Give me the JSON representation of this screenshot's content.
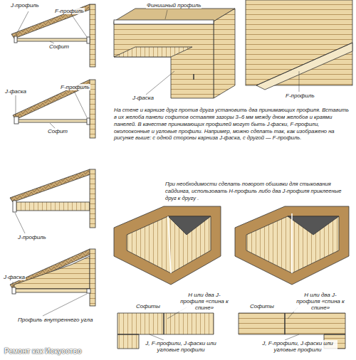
{
  "diagram": {
    "labels": [
      "J-профиль",
      "F-профиль",
      "Софит",
      "J-фаска",
      "F-профиль",
      "Софит",
      "Финишный профиль",
      "J-фаска",
      "F-профиль",
      "На стене и карнизе друг против друга установить два принимающих профиля. Вставить в их желоба панели софитов оставляя зазоры 3–6 мм между дном желобов и краями панелей. В качестве принимающих профилей могут быть J-фаски, F-профили, околооконные и угловые профили. Например, можно сделать так, как изображено на рисунке выше: с одной стороны карниза J-фаска, с другой — F-профиль.",
      "При необходимости сделать поворот обшивки для стыкования сайдинга, использовать Н-профиль либо два J-профиля приклееные друг к другу .",
      "J-профиль",
      "J-фаска",
      "Профиль внутреннего угла",
      "Н или два J-профиля «спина к спине»",
      "Софиты",
      "J, F-профили, J-фаски или угловые профили",
      "Н или два J-профиля «спина к спине»",
      "Софиты",
      "J, F-профили, J-фаски или угловые профили",
      "Ремонт как Искусство"
    ]
  }
}
